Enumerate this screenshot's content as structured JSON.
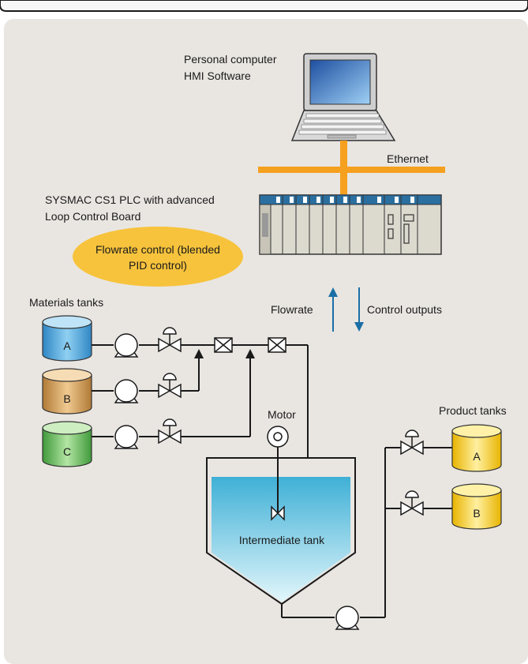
{
  "computer": {
    "label_line1": "Personal computer",
    "label_line2": "HMI Software"
  },
  "network": {
    "label": "Ethernet"
  },
  "plc": {
    "label_line1": "SYSMAC CS1 PLC with advanced",
    "label_line2": "Loop Control Board"
  },
  "control_bubble": {
    "line1": "Flowrate control (blended",
    "line2": "PID control)"
  },
  "signals": {
    "up_label": "Flowrate",
    "down_label": "Control outputs"
  },
  "materials": {
    "title": "Materials tanks",
    "tanks": [
      "A",
      "B",
      "C"
    ]
  },
  "motor": {
    "label": "Motor"
  },
  "intermediate": {
    "label": "Intermediate tank"
  },
  "products": {
    "title": "Product tanks",
    "tanks": [
      "A",
      "B"
    ]
  },
  "colors": {
    "background": "#e9e6e2",
    "ethernet": "#f5a01e",
    "bubble": "#f7c33c",
    "tank_a": "#5aa9dc",
    "tank_b": "#d9a45c",
    "tank_c": "#79c36a",
    "product_tank": "#f7cc33",
    "signal_arrow": "#1a6fa5",
    "liquid": "#4cb8d8"
  }
}
